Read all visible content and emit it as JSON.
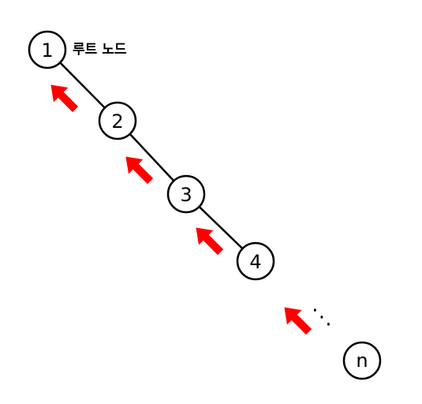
{
  "diagram": {
    "nodes": [
      {
        "label": "1"
      },
      {
        "label": "2"
      },
      {
        "label": "3"
      },
      {
        "label": "4"
      },
      {
        "label": "n"
      }
    ],
    "root_caption": "루트 노드",
    "ellipsis": "⋱",
    "colors": {
      "stroke": "#000000",
      "fill": "#ffffff",
      "arrow": "#ff0000"
    },
    "icons": [
      "red-arrow-icon"
    ]
  }
}
